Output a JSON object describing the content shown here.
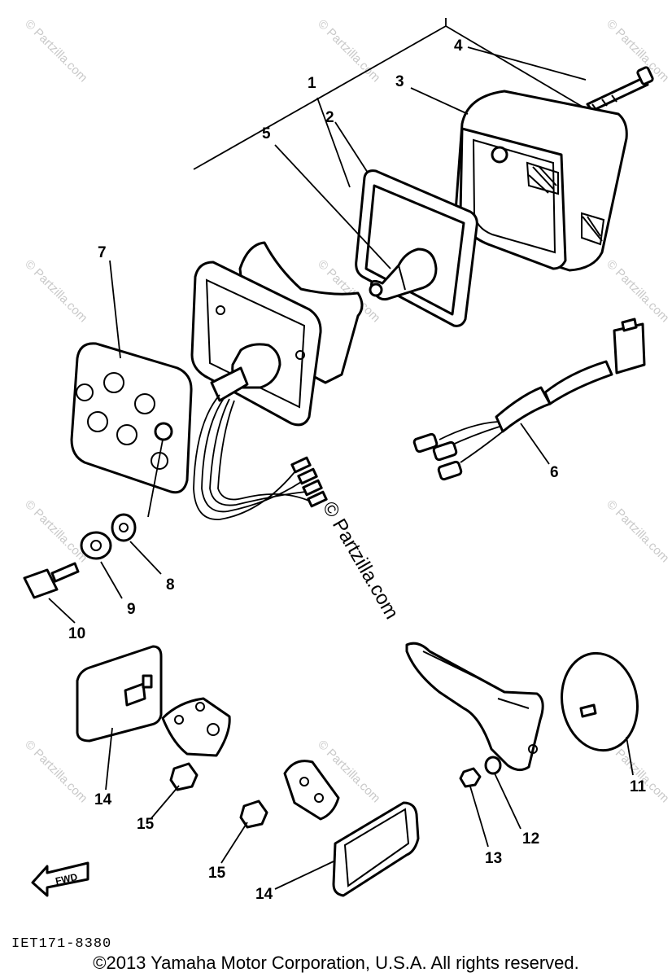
{
  "diagram": {
    "callouts": {
      "p1": "1",
      "p2": "2",
      "p3": "3",
      "p4": "4",
      "p5": "5",
      "p6": "6",
      "p7": "7",
      "p8": "8",
      "p9": "9",
      "p10": "10",
      "p11": "11",
      "p12": "12",
      "p13": "13",
      "p14a": "14",
      "p14b": "14",
      "p15a": "15",
      "p15b": "15"
    },
    "center_watermark": "© Partzilla.com",
    "watermark_text": "© Partzilla.com",
    "fwd_label": "FWD",
    "diagram_code": "IET171-8380"
  },
  "footer": {
    "copyright": "©2013  Yamaha Motor Corporation, U.S.A. All rights reserved."
  }
}
